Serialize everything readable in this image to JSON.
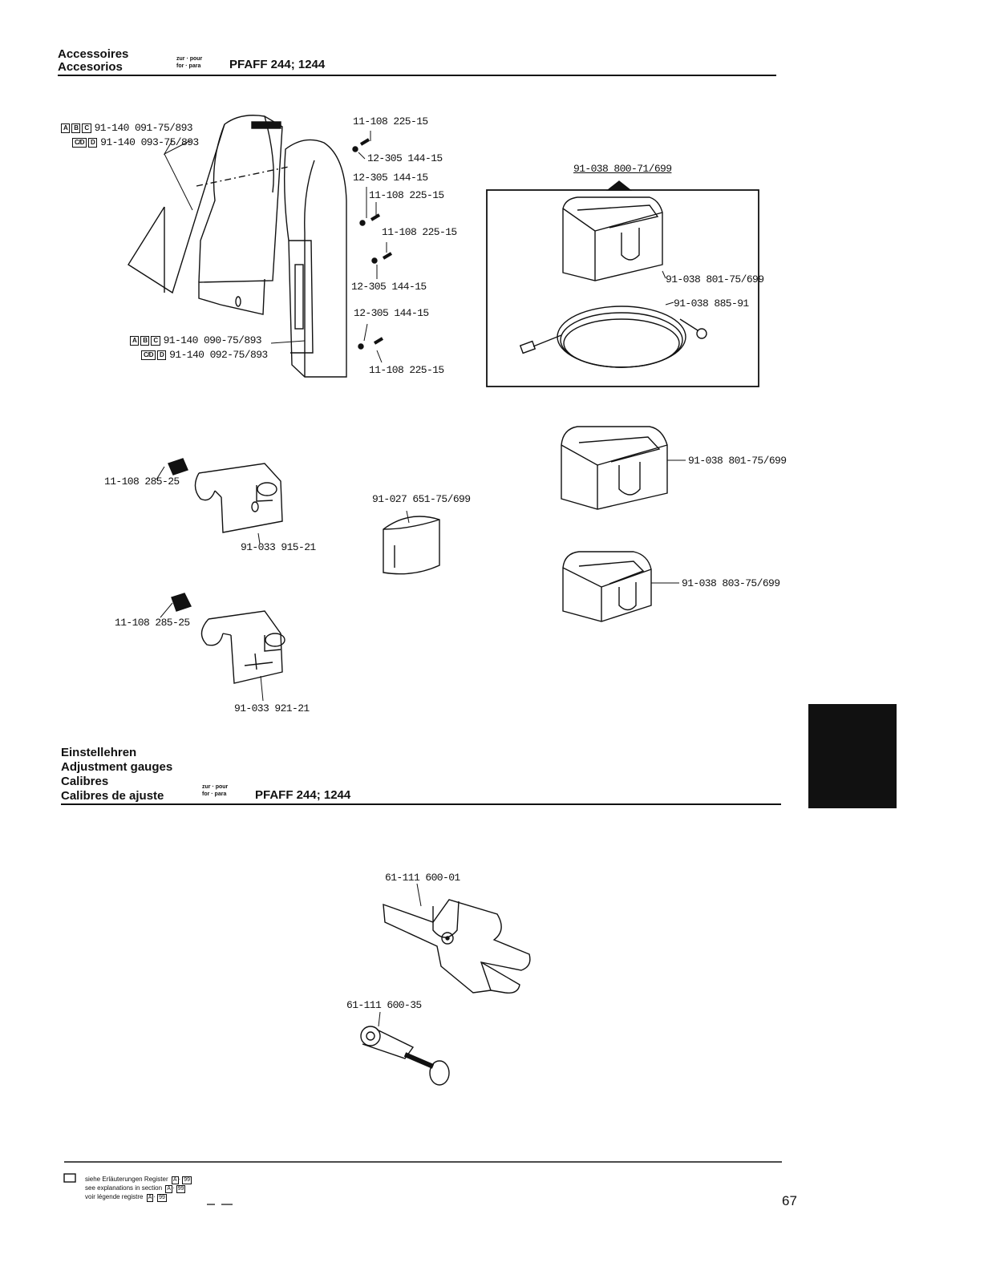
{
  "header": {
    "title1": "Accessoires",
    "title2": "Accesorios",
    "zur": "zur · pour",
    "for": "for · para",
    "machine": "PFAFF 244; 1244"
  },
  "parts": {
    "guard_a_variants": [
      "A",
      "B",
      "C"
    ],
    "guard_a_part": "91-140 091-75/893",
    "guard_b_variants": [
      "C/D",
      "D"
    ],
    "guard_b_part": "91-140 093-75/893",
    "guard_c_variants": [
      "A",
      "B",
      "C"
    ],
    "guard_c_part": "91-140 090-75/893",
    "guard_d_variants": [
      "C/D",
      "D"
    ],
    "guard_d_part": "91-140 092-75/893",
    "screw1": "11-108 225-15",
    "washer1": "12-305 144-15",
    "washer2": "12-305 144-15",
    "screw2": "11-108 225-15",
    "screw3": "11-108 225-15",
    "washer3": "12-305 144-15",
    "washer4": "12-305 144-15",
    "screw4": "11-108 225-15",
    "set_part": "91-038 800-71/699",
    "gauge_in_box": "91-038 801-75/699",
    "cable": "91-038 885-91",
    "gauge801": "91-038 801-75/699",
    "gauge803": "91-038 803-75/699",
    "knob": "91-027 651-75/699",
    "bracket_screw1": "11-108 285-25",
    "bracket1": "91-033 915-21",
    "bracket_screw2": "11-108 285-25",
    "bracket2": "91-033 921-21",
    "calibre_set": "61-111 600-01",
    "calibre_clamp": "61-111 600-35"
  },
  "section2": {
    "t1": "Einstellehren",
    "t2": "Adjustment gauges",
    "t3": "Calibres",
    "t4": "Calibres de ajuste",
    "zur": "zur · pour",
    "for": "for · para",
    "machine": "PFAFF 244; 1244"
  },
  "footer": {
    "l1": "siehe Erläuterungen Register",
    "l2": "see explanations in section",
    "l3": "voir légende registre",
    "sec_a": "A",
    "sec_b": "99",
    "page": "67"
  }
}
